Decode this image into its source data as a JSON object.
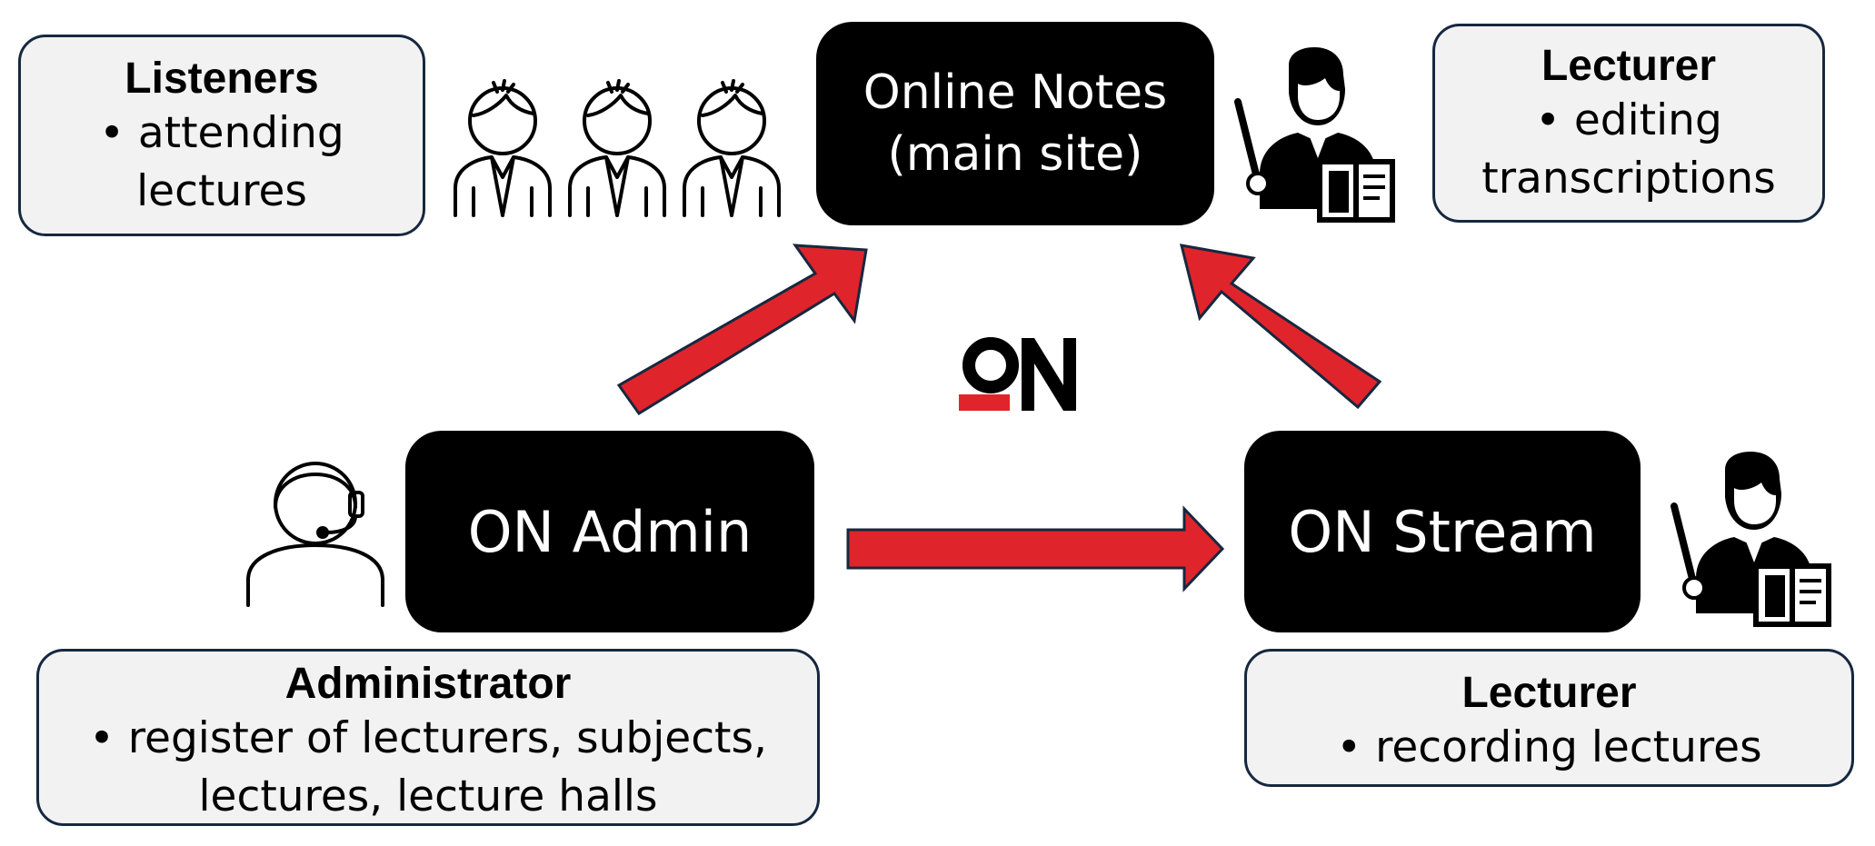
{
  "colors": {
    "accent": "#e0242b",
    "box_border": "#16283f",
    "role_fill": "#f2f2f2",
    "system_fill": "#000000"
  },
  "systems": {
    "main_site": {
      "line1": "Online Notes",
      "line2": "(main site)"
    },
    "admin": {
      "label": "ON Admin"
    },
    "stream": {
      "label": "ON Stream"
    }
  },
  "logo": {
    "text": "ON"
  },
  "roles": {
    "listeners": {
      "title": "Listeners",
      "line1": "• attending",
      "line2": "lectures"
    },
    "lecturer_top": {
      "title": "Lecturer",
      "line1": "• editing",
      "line2": "transcriptions"
    },
    "administrator": {
      "title": "Administrator",
      "line1": "• register of lecturers, subjects,",
      "line2": "lectures, lecture halls"
    },
    "lecturer_bottom": {
      "title": "Lecturer",
      "line1": "• recording lectures"
    }
  },
  "icons": {
    "listeners": "person-icon",
    "lecturer": "lecturer-with-pointer-and-book-icon",
    "administrator": "support-headset-icon"
  },
  "arrows": [
    {
      "from": "ON Admin",
      "to": "Online Notes (main site)"
    },
    {
      "from": "ON Stream",
      "to": "Online Notes (main site)"
    },
    {
      "from": "ON Admin",
      "to": "ON Stream"
    }
  ]
}
